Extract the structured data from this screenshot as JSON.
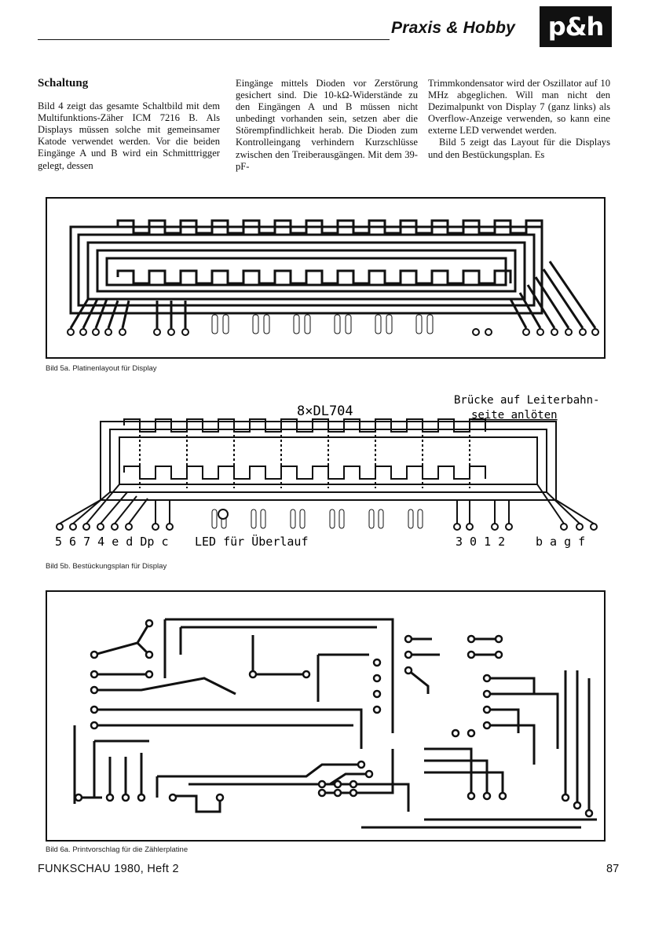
{
  "header": {
    "title": "Praxis & Hobby",
    "logo_text": "p&h"
  },
  "article": {
    "section_heading": "Schaltung",
    "paragraphs": [
      "Bild 4 zeigt das gesamte Schaltbild mit dem Multifunktions-Zäher ICM 7216 B. Als Displays müssen solche mit gemeinsamer Katode verwendet werden. Vor die beiden Eingänge A und B wird ein Schmitttrigger gelegt, dessen",
      "Eingänge mittels Dioden vor Zerstörung gesichert sind. Die 10-kΩ-Widerstände zu den Eingängen A und B müssen nicht unbedingt vorhanden sein, setzen aber die Störempfindlichkeit herab. Die Dioden zum Kontrolleingang verhindern Kurzschlüsse zwischen den Treiberausgängen. Mit dem 39-pF-",
      "Trimmkondensator wird der Oszillator auf 10 MHz abgeglichen. Will man nicht den Dezimalpunkt von Display 7 (ganz links) als Overflow-Anzeige verwenden, so kann eine externe LED verwendet werden.",
      "Bild 5 zeigt das Layout für die Displays und den Bestückungsplan. Es"
    ]
  },
  "figures": {
    "fig5a": {
      "caption": "Bild 5a. Platinenlayout für Display"
    },
    "fig5b": {
      "caption": "Bild 5b. Bestückungsplan für Display",
      "label_display": "8×DL704",
      "label_bridge_1": "Brücke auf Leiterbahn-",
      "label_bridge_2": "seite anlöten",
      "pins_left": "5 6 7 4 e d Dp c",
      "pins_led": "LED für Überlauf",
      "pins_right_1": "3 0 1 2",
      "pins_right_2": "b a g f"
    },
    "fig6a": {
      "caption": "Bild 6a. Printvorschlag für die Zählerplatine"
    }
  },
  "footer": {
    "publication": "FUNKSCHAU 1980, Heft 2",
    "page_number": "87"
  }
}
